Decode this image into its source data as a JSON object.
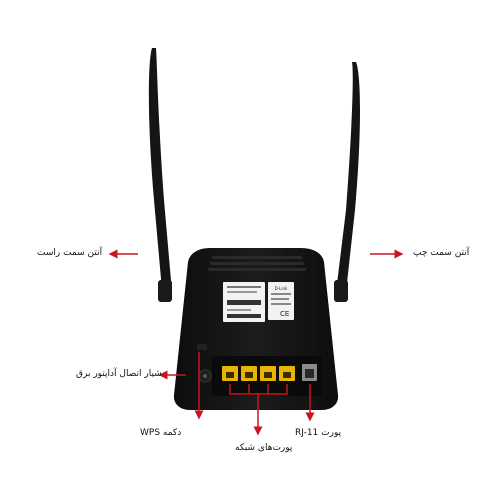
{
  "annotations": {
    "right_antenna": "آنتن سمت راست",
    "left_antenna": "آنتن سمت چپ",
    "power_jack": "شیار اتصال آداپتور برق",
    "wps_button": "دکمه WPS",
    "rj11_port": "پورت RJ-11",
    "lan_ports": "پورت‌های شبکه"
  },
  "device": {
    "brand_badge": "D-Link"
  },
  "colors": {
    "arrow": "#c8161d",
    "body": "#141414",
    "lan_port": "#e8b400",
    "rj11_port": "#8a8a8a",
    "label_sticker": "#f2f2f2"
  },
  "icons": [
    "arrow-left",
    "arrow-right",
    "arrow-down",
    "ce-mark"
  ]
}
